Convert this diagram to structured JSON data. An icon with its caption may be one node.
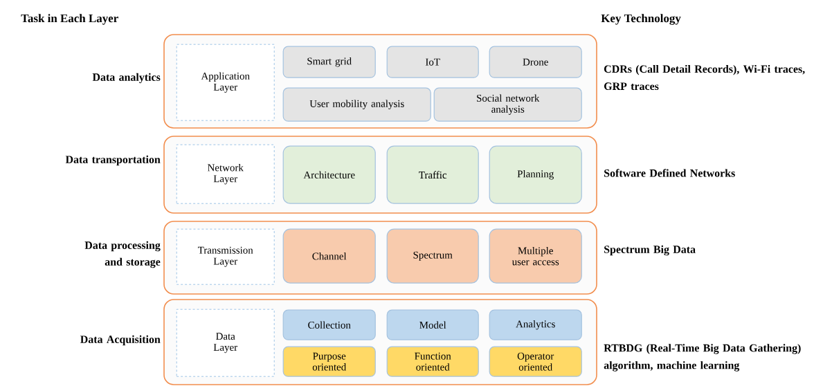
{
  "diagram": {
    "nodes": [
      {
        "text": [],
        "shape": "box",
        "beside": [
          "Data analytics",
          "CDRs (Call Detail Records), Wi-Fi traces, GRP traces"
        ]
      },
      {
        "text": [
          "Application Layer"
        ],
        "in": 0
      },
      {
        "text": [
          "Smart grid"
        ],
        "in": 0
      },
      {
        "text": [
          "IoT"
        ],
        "in": 0
      },
      {
        "text": [
          "Drone"
        ],
        "in": 0
      },
      {
        "text": [
          "User mobility analysis"
        ],
        "in": 0
      },
      {
        "text": [
          "Social network analysis"
        ],
        "in": 0
      },
      {
        "text": [],
        "shape": "box",
        "beside": [
          "Data transportation",
          "Software Defined Networks"
        ]
      },
      {
        "text": [
          "Network Layer"
        ],
        "in": 7
      },
      {
        "text": [
          "Architecture"
        ],
        "in": 7
      },
      {
        "text": [
          "Traffic"
        ],
        "in": 7
      },
      {
        "text": [
          "Planning"
        ],
        "in": 7
      },
      {
        "text": [],
        "shape": "box",
        "beside": [
          "Data processing and storage",
          "Spectrum Big Data"
        ]
      },
      {
        "text": [
          "Transmission Layer"
        ],
        "in": 12
      },
      {
        "text": [
          "Channel"
        ],
        "in": 12
      },
      {
        "text": [
          "Spectrum"
        ],
        "in": 12
      },
      {
        "text": [
          "Multiple user access"
        ],
        "in": 12
      },
      {
        "text": [],
        "shape": "box",
        "beside": [
          "Data Acquisition",
          "RTBDG (Real-Time Big Data Gathering) algorithm, machine learning"
        ]
      },
      {
        "text": [
          "Data Layer"
        ],
        "in": 17
      },
      {
        "text": [
          "Collection"
        ],
        "in": 17
      },
      {
        "text": [
          "Model"
        ],
        "in": 17
      },
      {
        "text": [
          "Analytics"
        ],
        "in": 17
      },
      {
        "text": [
          "Purpose oriented"
        ],
        "in": 17
      },
      {
        "text": [
          "Function oriented"
        ],
        "in": 17
      },
      {
        "text": [
          "Operator oriented"
        ],
        "in": 17
      }
    ],
    "labels": [
      "Task in Each Layer",
      "Key Technology"
    ]
  }
}
